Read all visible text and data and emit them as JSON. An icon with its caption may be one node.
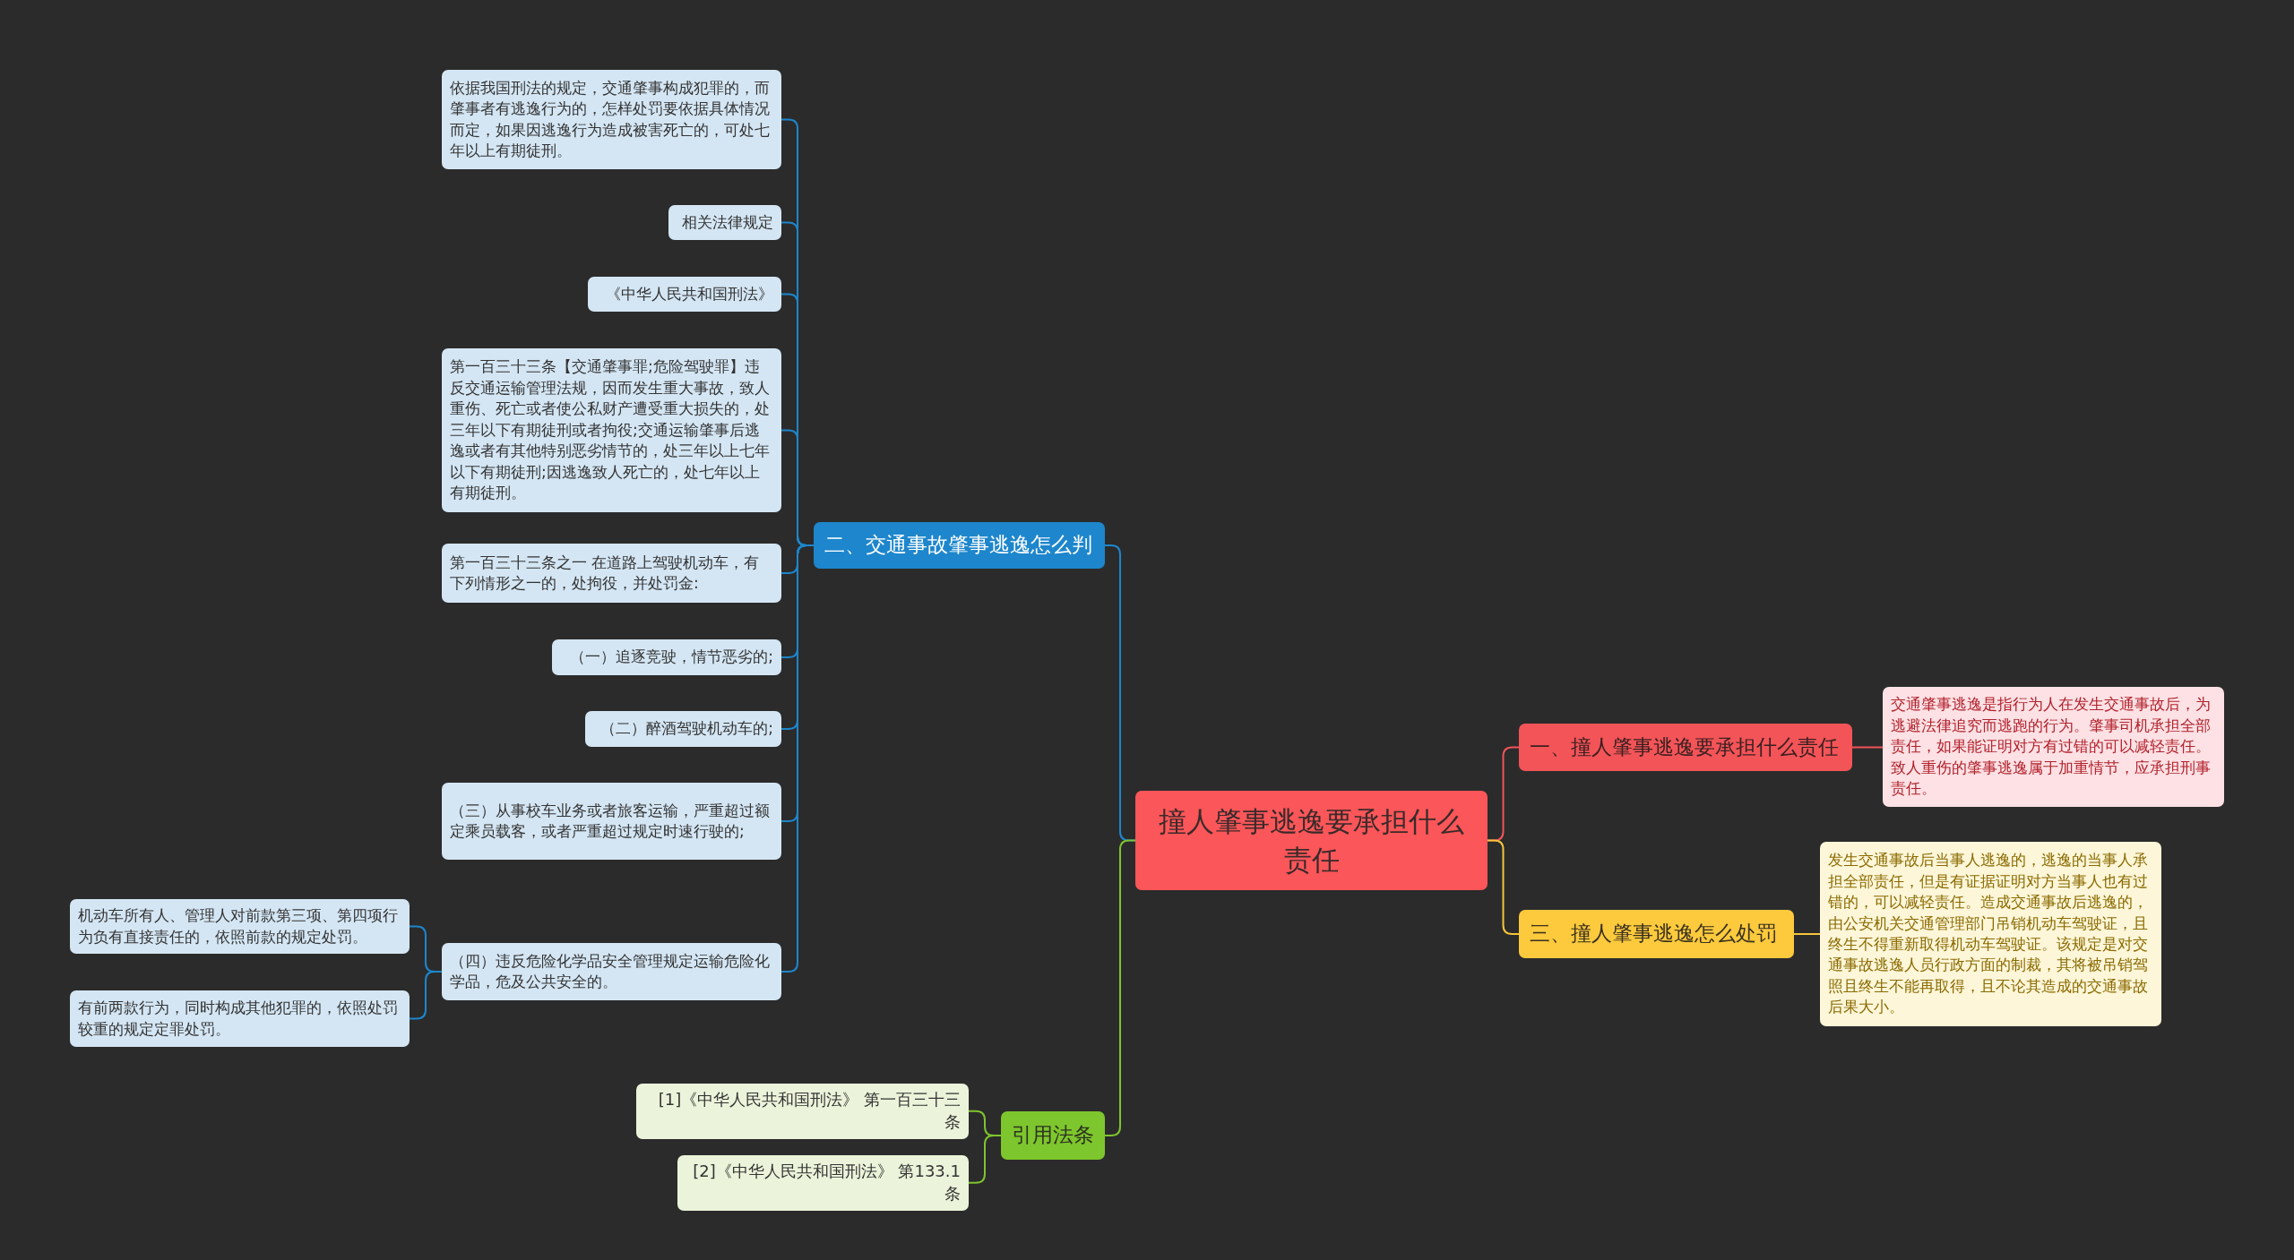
{
  "diagram": {
    "nodes": [
      {
        "text": [
          "撞人肇事逃逸要承担什么责任"
        ]
      },
      {
        "text": [
          "一、撞人肇事逃逸要承担什么责任"
        ]
      },
      {
        "text": [
          "交通肇事逃逸是指行为人在发生交通事故后，为逃避法律追究而逃跑的行为。肇事司机承担全部责任，如果能证明对方有过错的可以减轻责任。致人重伤的肇事逃逸属于加重情节，应承担刑事责任。"
        ]
      },
      {
        "text": [
          "三、撞人肇事逃逸怎么处罚"
        ]
      },
      {
        "text": [
          "发生交通事故后当事人逃逸的，逃逸的当事人承担全部责任，但是有证据证明对方当事人也有过错的，可以减轻责任。造成交通事故后逃逸的，由公安机关交通管理部门吊销机动车驾驶证，且终生不得重新取得机动车驾驶证。该规定是对交通事故逃逸人员行政方面的制裁，其将被吊销驾照且终生不能再取得，且不论其造成的交通事故后果大小。"
        ]
      },
      {
        "text": [
          "二、交通事故肇事逃逸怎么判"
        ]
      },
      {
        "text": [
          "依据我国刑法的规定，交通肇事构成犯罪的，而肇事者有逃逸行为的，怎样处罚要依据具体情况而定，如果因逃逸行为造成被害死亡的，可处七年以上有期徒刑。"
        ]
      },
      {
        "text": [
          "相关法律规定"
        ]
      },
      {
        "text": [
          "《中华人民共和国刑法》"
        ]
      },
      {
        "text": [
          "第一百三十三条【交通肇事罪;危险驾驶罪】违反交通运输管理法规，因而发生重大事故，致人重伤、死亡或者使公私财产遭受重大损失的，处三年以下有期徒刑或者拘役;交通运输肇事后逃逸或者有其他特别恶劣情节的，处三年以上七年以下有期徒刑;因逃逸致人死亡的，处七年以上有期徒刑。"
        ]
      },
      {
        "text": [
          "第一百三十三条之一 在道路上驾驶机动车，有下列情形之一的，处拘役，并处罚金:"
        ]
      },
      {
        "text": [
          "（一）追逐竞驶，情节恶劣的;"
        ]
      },
      {
        "text": [
          "（二）醉酒驾驶机动车的;"
        ]
      },
      {
        "text": [
          "（三）从事校车业务或者旅客运输，严重超过额定乘员载客，或者严重超过规定时速行驶的;"
        ]
      },
      {
        "text": [
          "（四）违反危险化学品安全管理规定运输危险化学品，危及公共安全的。"
        ]
      },
      {
        "text": [
          "机动车所有人、管理人对前款第三项、第四项行为负有直接责任的，依照前款的规定处罚。"
        ]
      },
      {
        "text": [
          "有前两款行为，同时构成其他犯罪的，依照处罚较重的规定定罪处罚。"
        ]
      },
      {
        "text": [
          "引用法条"
        ]
      },
      {
        "text": [
          "[1]《中华人民共和国刑法》 第一百三十三条"
        ]
      },
      {
        "text": [
          "[2]《中华人民共和国刑法》 第133.1条"
        ]
      }
    ],
    "edges": [
      {
        "from": 0,
        "to": 1,
        "arrow": "none",
        "color": "#f0545a"
      },
      {
        "from": 1,
        "to": 2,
        "arrow": "none",
        "color": "#f0545a"
      },
      {
        "from": 0,
        "to": 3,
        "arrow": "none",
        "color": "#f5c53c"
      },
      {
        "from": 3,
        "to": 4,
        "arrow": "none",
        "color": "#f5c53c"
      },
      {
        "from": 0,
        "to": 5,
        "arrow": "none"
      },
      {
        "from": 5,
        "to": 6,
        "arrow": "none"
      },
      {
        "from": 5,
        "to": 7,
        "arrow": "none"
      },
      {
        "from": 5,
        "to": 8,
        "arrow": "none"
      },
      {
        "from": 5,
        "to": 9,
        "arrow": "none"
      },
      {
        "from": 5,
        "to": 10,
        "arrow": "none"
      },
      {
        "from": 5,
        "to": 11,
        "arrow": "none"
      },
      {
        "from": 5,
        "to": 12,
        "arrow": "none"
      },
      {
        "from": 5,
        "to": 13,
        "arrow": "none"
      },
      {
        "from": 5,
        "to": 14,
        "arrow": "none"
      },
      {
        "from": 14,
        "to": 15,
        "arrow": "none"
      },
      {
        "from": 14,
        "to": 16,
        "arrow": "none"
      },
      {
        "from": 0,
        "to": 17,
        "arrow": "none",
        "color": "#7fc42e"
      },
      {
        "from": 17,
        "to": 18,
        "arrow": "none",
        "color": "#7fc42e"
      },
      {
        "from": 17,
        "to": 19,
        "arrow": "none",
        "color": "#7fc42e"
      }
    ]
  }
}
